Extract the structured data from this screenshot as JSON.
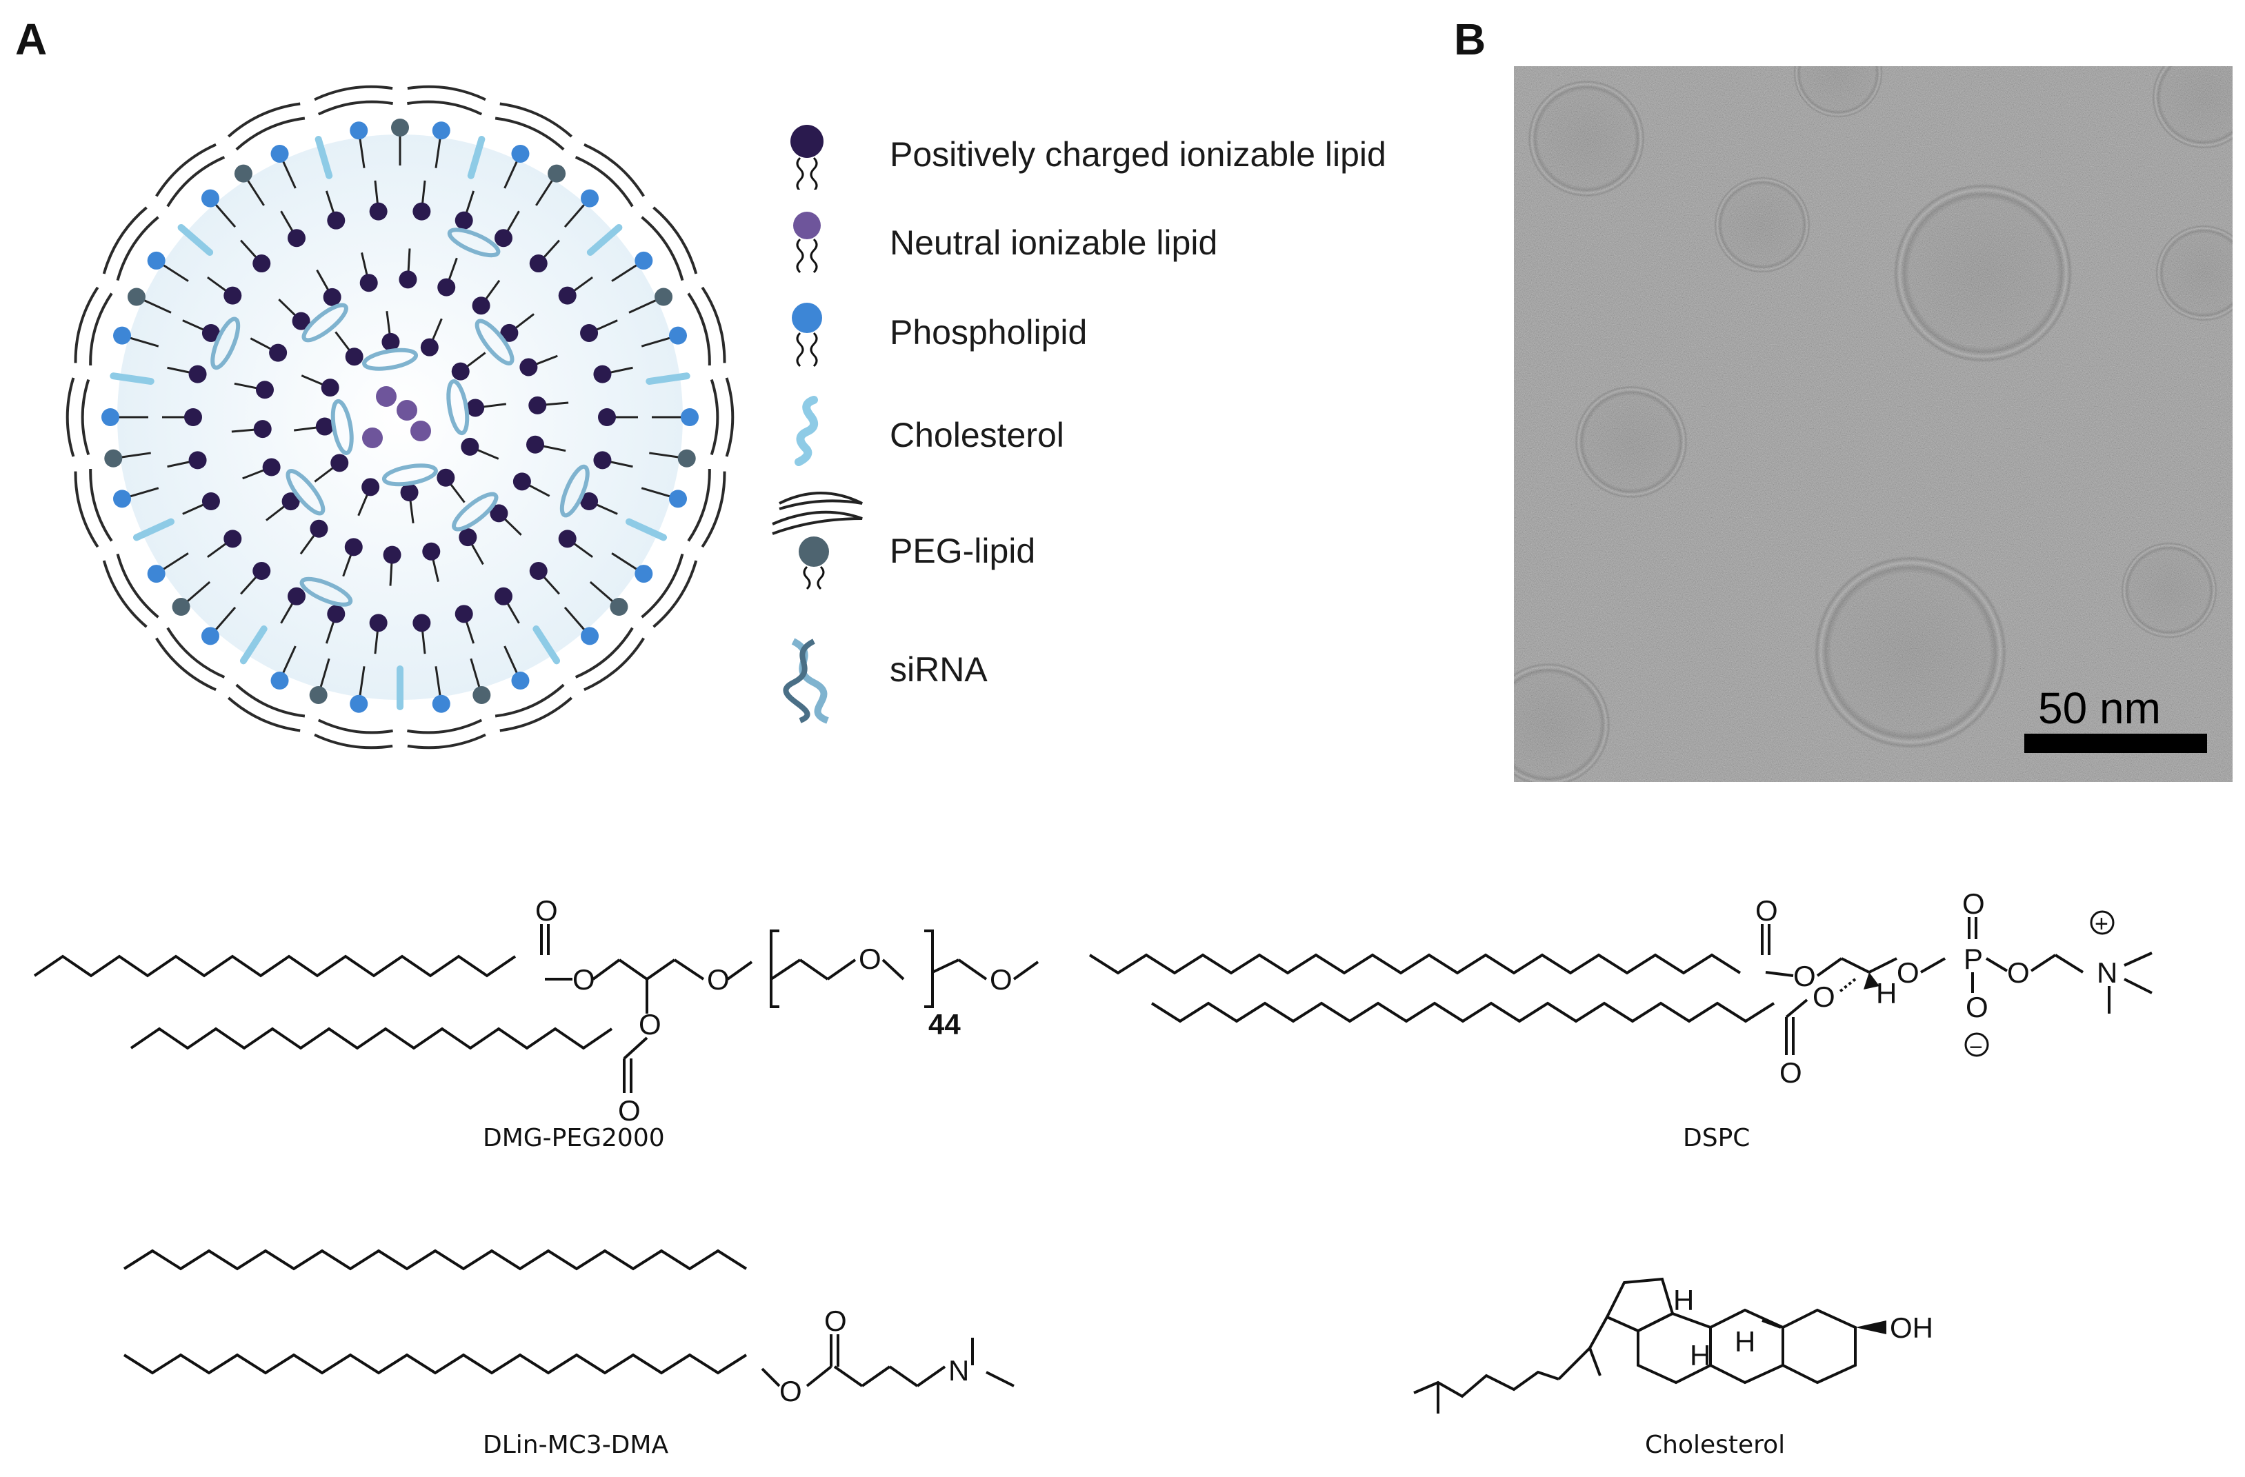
{
  "panels": {
    "a": "A",
    "b": "B"
  },
  "legend": [
    {
      "icon": "positive-ionizable-lipid-icon",
      "label": "Positively charged ionizable lipid",
      "color": "#2a1a4e"
    },
    {
      "icon": "neutral-ionizable-lipid-icon",
      "label": "Neutral ionizable lipid",
      "color": "#6e559b"
    },
    {
      "icon": "phospholipid-icon",
      "label": "Phospholipid",
      "color": "#3d86d6"
    },
    {
      "icon": "cholesterol-icon",
      "label": "Cholesterol",
      "color": "#8ecbe6"
    },
    {
      "icon": "peg-lipid-icon",
      "label": "PEG-lipid",
      "color": "#4e6470"
    },
    {
      "icon": "sirna-icon",
      "label": "siRNA",
      "color": "#7fb3cf"
    }
  ],
  "micrograph": {
    "scale_bar": "50 nm"
  },
  "structures": [
    {
      "name": "DMG-PEG2000",
      "repeat": "44"
    },
    {
      "name": "DSPC"
    },
    {
      "name": "DLin-MC3-DMA"
    },
    {
      "name": "Cholesterol"
    }
  ],
  "atoms": {
    "O": "O",
    "P": "P",
    "N": "N",
    "H": "H",
    "OH": "OH",
    "plus": "+",
    "minus": "−"
  }
}
